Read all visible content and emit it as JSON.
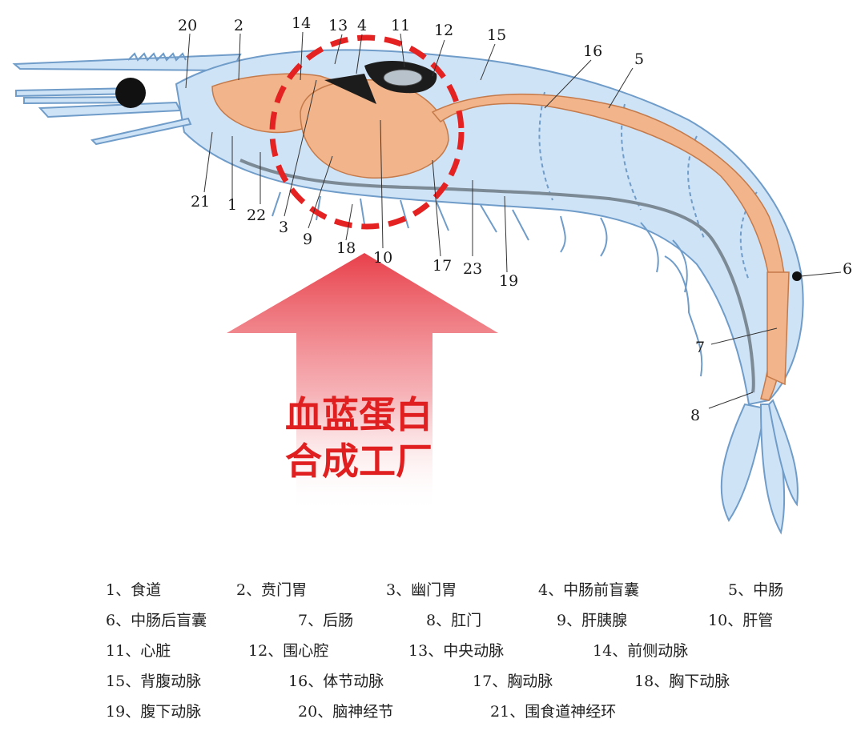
{
  "diagram": {
    "headline_lines": [
      "血蓝蛋白",
      "合成工厂"
    ],
    "part_numbers": [
      "1",
      "2",
      "3",
      "4",
      "5",
      "6",
      "7",
      "8",
      "9",
      "10",
      "11",
      "12",
      "13",
      "14",
      "15",
      "16",
      "17",
      "18",
      "19",
      "20",
      "21",
      "22",
      "23"
    ]
  },
  "legend": {
    "rows": [
      [
        {
          "num": "1",
          "name": "食道"
        },
        {
          "num": "2",
          "name": "贲门胃"
        },
        {
          "num": "3",
          "name": "幽门胃"
        },
        {
          "num": "4",
          "name": "中肠前盲囊"
        },
        {
          "num": "5",
          "name": "中肠"
        }
      ],
      [
        {
          "num": "6",
          "name": "中肠后盲囊"
        },
        {
          "num": "7",
          "name": "后肠"
        },
        {
          "num": "8",
          "name": "肛门"
        },
        {
          "num": "9",
          "name": "肝胰腺"
        },
        {
          "num": "10",
          "name": "肝管"
        }
      ],
      [
        {
          "num": "11",
          "name": "心脏"
        },
        {
          "num": "12",
          "name": "围心腔"
        },
        {
          "num": "13",
          "name": "中央动脉"
        },
        {
          "num": "14",
          "name": "前侧动脉"
        }
      ],
      [
        {
          "num": "15",
          "name": "背腹动脉"
        },
        {
          "num": "16",
          "name": "体节动脉"
        },
        {
          "num": "17",
          "name": "胸动脉"
        },
        {
          "num": "18",
          "name": "胸下动脉"
        }
      ],
      [
        {
          "num": "19",
          "name": "腹下动脉"
        },
        {
          "num": "20",
          "name": "脑神经节"
        },
        {
          "num": "21",
          "name": "围食道神经环"
        }
      ]
    ]
  },
  "colors": {
    "body_fill": "#cfe3f7",
    "body_stroke": "#6f9cc8",
    "organ_fill": "#f2b48a",
    "highlight": "#e52222",
    "arrow_top": "#e8404a"
  }
}
